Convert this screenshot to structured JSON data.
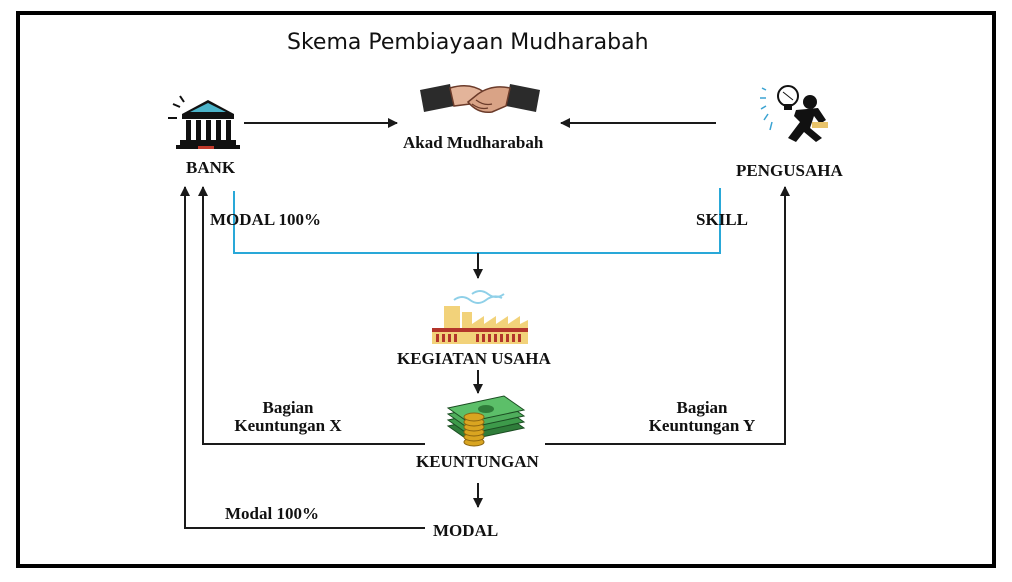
{
  "title": "Skema Pembiayaan Mudharabah",
  "nodes": {
    "bank": "BANK",
    "akad": "Akad Mudharabah",
    "pengusaha": "PENGUSAHA",
    "kegiatan": "KEGIATAN USAHA",
    "keuntungan": "KEUNTUNGAN",
    "modal": "MODAL"
  },
  "edge_labels": {
    "modal_100": "MODAL 100%",
    "skill": "SKILL",
    "bagian_x_line1": "Bagian",
    "bagian_x_line2": "Keuntungan X",
    "bagian_y_line1": "Bagian",
    "bagian_y_line2": "Keuntungan Y",
    "modal_return": "Modal 100%"
  },
  "icons": [
    "bank-icon",
    "handshake-icon",
    "entrepreneur-icon",
    "factory-icon",
    "money-icon"
  ],
  "colors": {
    "arrow": "#1a1a1a",
    "capital_line": "#29a8d8",
    "factory_yellow": "#f2d27a",
    "factory_red": "#b3352b",
    "money_green": "#3d9a4a",
    "coin_gold": "#d9a521"
  }
}
